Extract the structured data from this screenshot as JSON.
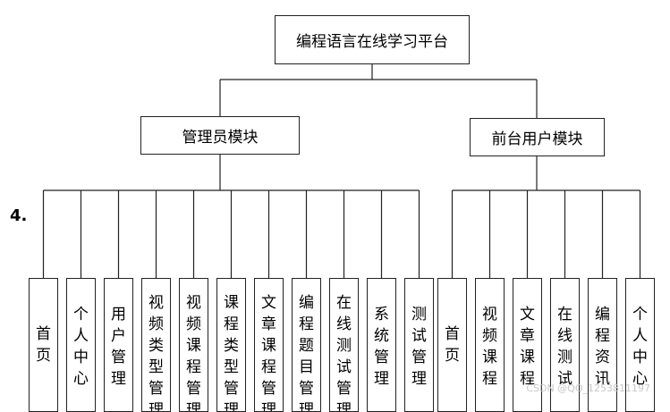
{
  "root": {
    "label": "编程语言在线学习平台"
  },
  "modules": [
    {
      "label": "管理员模块",
      "children": [
        "首页",
        "个人中心",
        "用户管理",
        "视频类型管理",
        "视频课程管理",
        "课程类型管理",
        "文章课程管理",
        "编程题目管理",
        "在线测试管理",
        "系统管理",
        "测试管理"
      ]
    },
    {
      "label": "前台用户模块",
      "children": [
        "首页",
        "视频课程",
        "文章课程",
        "在线测试",
        "编程资讯",
        "个人中心"
      ]
    }
  ],
  "marker": "4.",
  "watermark": "CSDN @QQ_1253811197"
}
